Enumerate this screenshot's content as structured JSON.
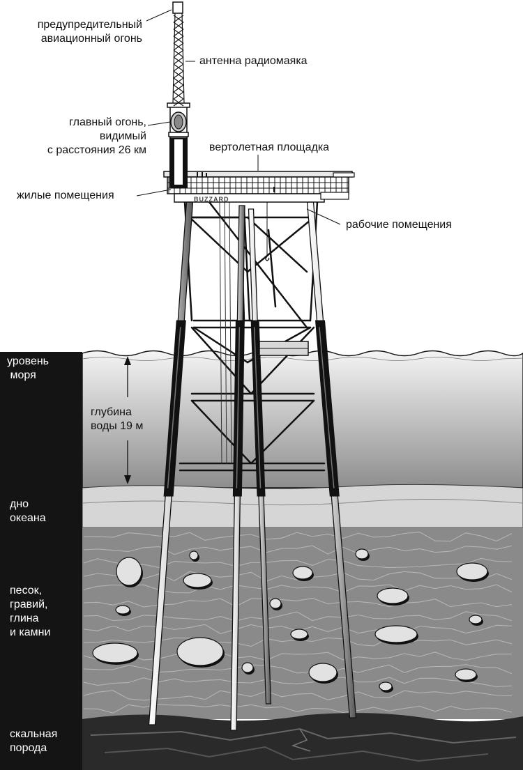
{
  "labels": {
    "warning_light": "предупредительный\nавиационный огонь",
    "radio_antenna": "антенна радиомаяка",
    "main_light": "главный огонь,\nвидимый\nс расстояния 26 км",
    "helipad": "вертолетная площадка",
    "living_quarters": "жилые помещения",
    "work_quarters": "рабочие помещения",
    "water_depth": "глубина\nводы 19 м",
    "platform_name": "BUZZARD"
  },
  "strata": {
    "sea_level": "уровень\n моря",
    "ocean_floor": "дно\nокеана",
    "sediment": "песок,\nгравий,\nглина\nи камни",
    "bedrock": "скальная\nпорода"
  },
  "colors": {
    "sky": "#ffffff",
    "water_top": "#f2f2f2",
    "water_bottom": "#8c8c8c",
    "seabed_strip": "#d6d6d6",
    "sediment": "#8a8a8a",
    "bedrock": "#2a2a2a",
    "side_bar": "#141414",
    "structure": "#111111"
  }
}
